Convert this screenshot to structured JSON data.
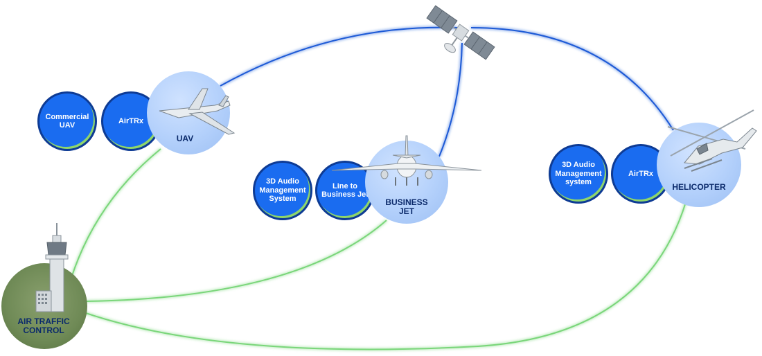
{
  "nodes": {
    "uav": {
      "label": "UAV",
      "icon": "drone-icon"
    },
    "business_jet": {
      "label": "BUSINESS JET",
      "icon": "airplane-icon"
    },
    "helicopter": {
      "label": "HELICOPTER",
      "icon": "helicopter-icon"
    },
    "air_traffic_control": {
      "label": "AIR TRAFFIC CONTROL",
      "icon": "control-tower-icon"
    },
    "satellite": {
      "icon": "satellite-icon"
    }
  },
  "badges": {
    "uav": [
      "Commercial UAV",
      "AirTRx"
    ],
    "business_jet": [
      "3D Audio Management System",
      "Line to Business Jet"
    ],
    "helicopter": [
      "3D Audio Management system",
      "AirTRx"
    ]
  },
  "colors": {
    "satellite_link": "#1e5ad6",
    "ground_link": "#7ad67a",
    "badge_fill": "#1a6cf0",
    "badge_border": "#0e3b94",
    "badge_accent": "#8fd66a",
    "vehicle_circle": "#b8d4fb",
    "atc_circle": "#6f8a56",
    "label_text": "#0b2a6b"
  }
}
